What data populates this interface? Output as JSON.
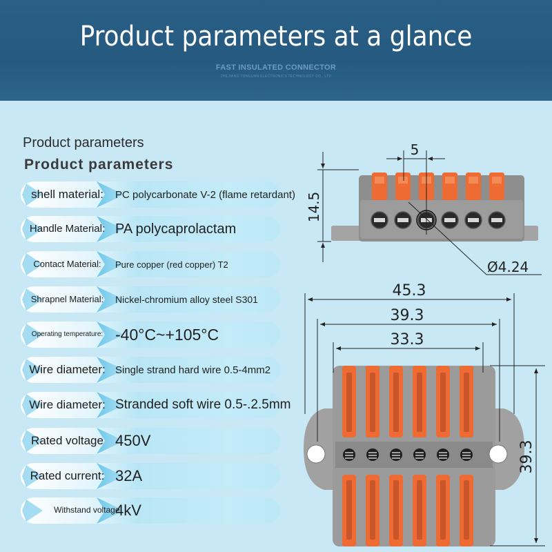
{
  "header": {
    "title": "Product parameters at a glance",
    "subtitle": "FAST INSULATED CONNECTOR",
    "company": "ZHEJIANG TONGUAN  ELECTRONICS TECHNOLOGY CO., LTD"
  },
  "section": {
    "title_plain": "Product parameters",
    "title_bold": "Product parameters"
  },
  "params": [
    {
      "label": "shell material:",
      "value": "PC polycarbonate V-2 (flame retardant)"
    },
    {
      "label": "Handle Material:",
      "value": "PA polycaprolactam"
    },
    {
      "label": "Contact Material:",
      "value": "Pure copper (red copper) T2"
    },
    {
      "label": "Shrapnel Material:",
      "value": "Nickel-chromium alloy steel S301"
    },
    {
      "label": "Operating temperature:",
      "value": "-40°C~+105°C"
    },
    {
      "label": "Wire diameter:",
      "value": "Single strand hard wire 0.5-4mm2"
    },
    {
      "label": "Wire diameter:",
      "value": "Stranded soft wire 0.5-.2.5mm"
    },
    {
      "label": "Rated voltage",
      "value": "450V"
    },
    {
      "label": "Rated current:",
      "value": "32A"
    },
    {
      "label": "Withstand voltage:",
      "value": "4kV"
    }
  ],
  "dimensions": {
    "pitch": "5",
    "height": "14.5",
    "hole": "Ø4.24",
    "overall_width": "45.3",
    "mid_width": "39.3",
    "inner_width": "33.3",
    "depth": "39.3"
  },
  "colors": {
    "header": "#2a5f86",
    "background": "#c9e8f5",
    "lever_orange": "#ee6b34",
    "housing_gray": "#9a9a9a"
  }
}
